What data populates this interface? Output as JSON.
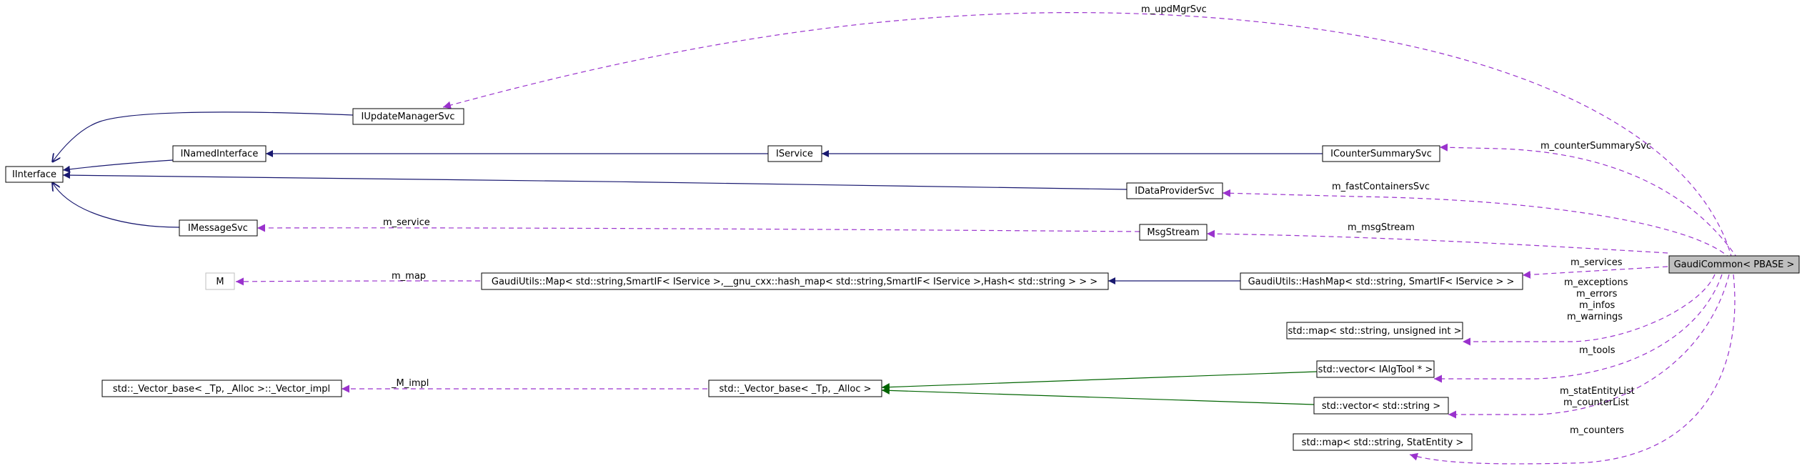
{
  "colors": {
    "inherit_edge": "#191970",
    "template_edge": "#006400",
    "usage_edge": "#9a32cd",
    "node_border": "#000000",
    "dim_node_border": "#bfbfbf",
    "focus_fill": "#bfbfbf",
    "node_fill": "#ffffff"
  },
  "nodes": {
    "iinterface": "IInterface",
    "iupdatemanagersvc": "IUpdateManagerSvc",
    "inamedinterface": "INamedInterface",
    "iservice": "IService",
    "icountersummarysvc": "ICounterSummarySvc",
    "idataprovidersvc": "IDataProviderSvc",
    "imessagesvc": "IMessageSvc",
    "msgstream": "MsgStream",
    "m": "M",
    "gaudiutils_map": "GaudiUtils::Map< std::string,SmartIF< IService >,__gnu_cxx::hash_map< std::string,SmartIF< IService >,Hash< std::string > > >",
    "gaudiutils_hashmap": "GaudiUtils::HashMap< std::string, SmartIF< IService > >",
    "gaudicommon": "GaudiCommon< PBASE >",
    "map_uint": "std::map< std::string, unsigned int >",
    "vector_ialgtool": "std::vector< IAlgTool * >",
    "vector_base_impl": "std::_Vector_base< _Tp, _Alloc >::_Vector_impl",
    "vector_base": "std::_Vector_base< _Tp, _Alloc >",
    "vector_string": "std::vector< std::string >",
    "map_statentity": "std::map< std::string, StatEntity >"
  },
  "labels": {
    "upd_mgr_svc": "m_updMgrSvc",
    "counter_summary_svc": "m_counterSummarySvc",
    "fast_containers_svc": "m_fastContainersSvc",
    "service": "m_service",
    "msg_stream": "m_msgStream",
    "map": "m_map",
    "services": "m_services",
    "exceptions": "m_exceptions",
    "errors": "m_errors",
    "infos": "m_infos",
    "warnings": "m_warnings",
    "tools": "m_tools",
    "impl": "_M_impl",
    "stat_entity_list": "m_statEntityList",
    "counter_list": "m_counterList",
    "counters": "m_counters"
  }
}
